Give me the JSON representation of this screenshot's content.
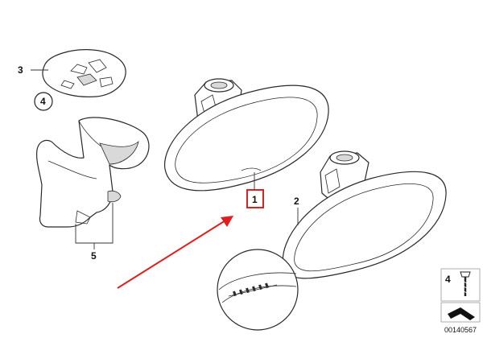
{
  "callouts": {
    "part_1": "1",
    "part_2": "2",
    "part_3": "3",
    "part_4_circle": "4",
    "part_5": "5",
    "legend_4": "4"
  },
  "diagram_id": "00140567",
  "colors": {
    "line": "#2a2a2a",
    "highlight": "#e02020",
    "arrow": "#e02020",
    "shade": "#d9d9d9"
  },
  "icons": [
    "screw-icon",
    "arrow-symbol-icon"
  ]
}
